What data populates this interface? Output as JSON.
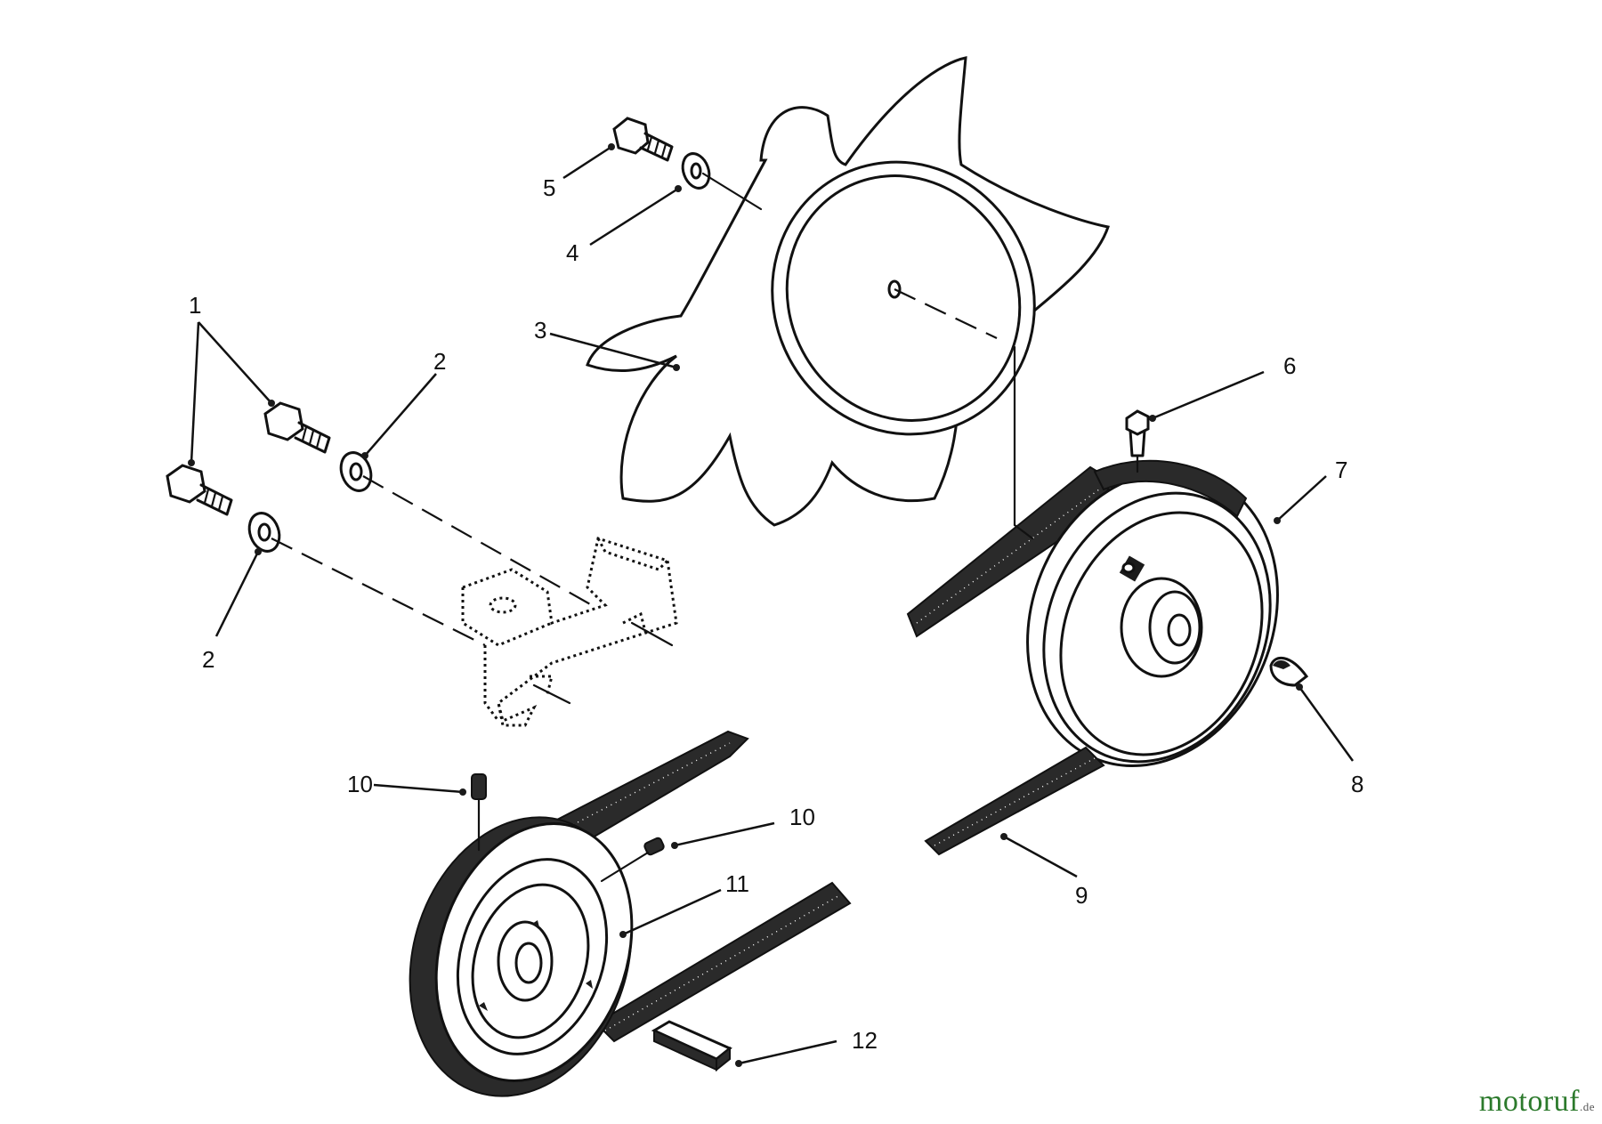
{
  "diagram": {
    "callouts": [
      {
        "id": "c1",
        "label": "1"
      },
      {
        "id": "c2a",
        "label": "2"
      },
      {
        "id": "c2b",
        "label": "2"
      },
      {
        "id": "c3",
        "label": "3"
      },
      {
        "id": "c4",
        "label": "4"
      },
      {
        "id": "c5",
        "label": "5"
      },
      {
        "id": "c6",
        "label": "6"
      },
      {
        "id": "c7",
        "label": "7"
      },
      {
        "id": "c8",
        "label": "8"
      },
      {
        "id": "c9",
        "label": "9"
      },
      {
        "id": "c10a",
        "label": "10"
      },
      {
        "id": "c10b",
        "label": "10"
      },
      {
        "id": "c11",
        "label": "11"
      },
      {
        "id": "c12",
        "label": "12"
      }
    ]
  },
  "watermark": {
    "brand": "motoruf",
    "suffix": ".de"
  }
}
